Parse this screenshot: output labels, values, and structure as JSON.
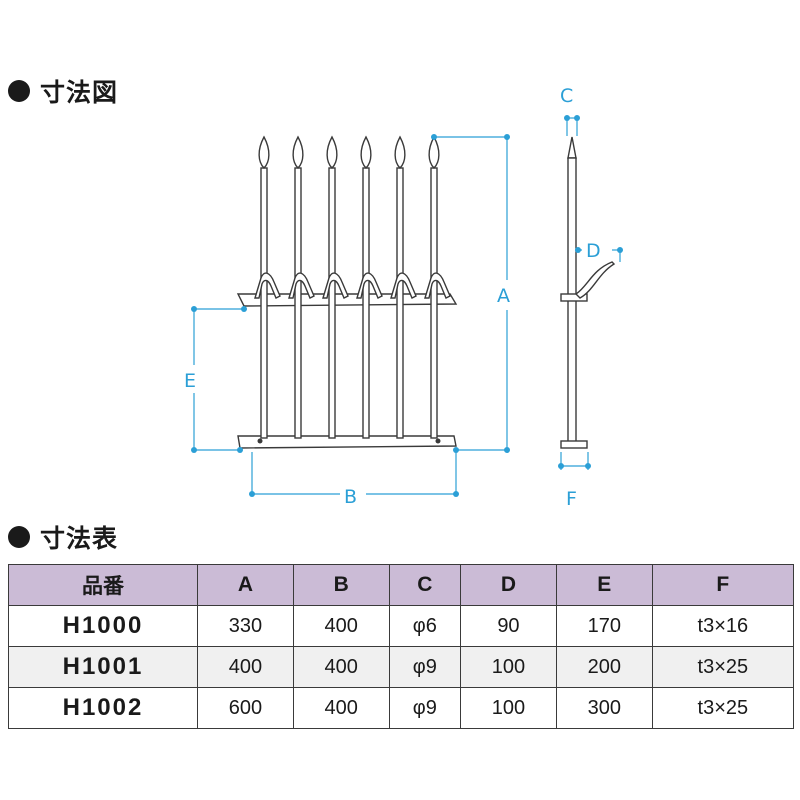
{
  "headings": {
    "diagram": "寸法図",
    "table": "寸法表"
  },
  "colors": {
    "dimension": "#2b9fd6",
    "header_bg": "#cbbbd6",
    "stripe_bg": "#f0f0f0",
    "line": "#3a3a3a"
  },
  "diagram": {
    "front_labels": {
      "A": "A",
      "B": "B",
      "E": "E"
    },
    "side_labels": {
      "C": "C",
      "D": "D",
      "F": "F"
    }
  },
  "table": {
    "headers": [
      "品番",
      "A",
      "B",
      "C",
      "D",
      "E",
      "F"
    ],
    "rows": [
      [
        "H1000",
        "330",
        "400",
        "φ6",
        "90",
        "170",
        "t3×16"
      ],
      [
        "H1001",
        "400",
        "400",
        "φ9",
        "100",
        "200",
        "t3×25"
      ],
      [
        "H1002",
        "600",
        "400",
        "φ9",
        "100",
        "300",
        "t3×25"
      ]
    ]
  }
}
